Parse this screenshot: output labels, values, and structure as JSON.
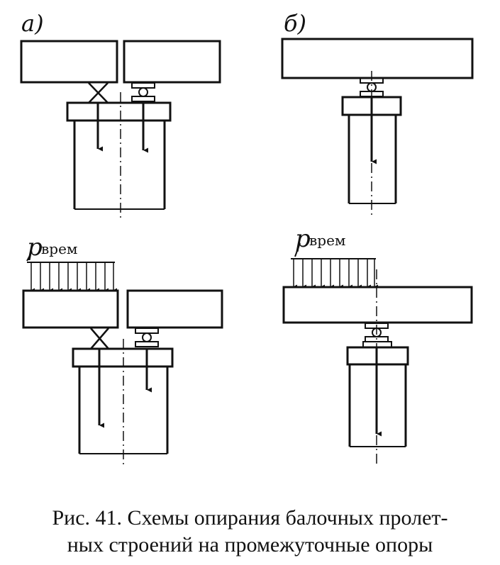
{
  "panels": {
    "a_label": "а)",
    "b_label": "б)"
  },
  "load": {
    "symbol": "р",
    "subscript": "врем"
  },
  "caption": {
    "line1": "Рис. 41. Схемы опирания балочных пролет-",
    "line2": "ных строений на промежуточные опоры"
  }
}
